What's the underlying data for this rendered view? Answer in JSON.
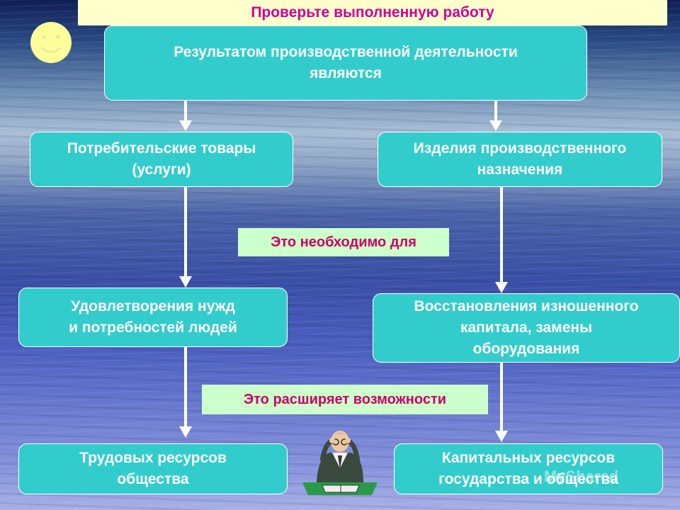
{
  "header": {
    "title": "Проверьте выполненную работу"
  },
  "boxes": {
    "root": "Результатом производственной деятельности\nявляются",
    "consumer_goods": "Потребительские товары\n(услуги)",
    "industrial_goods": "Изделия производственного\nназначения",
    "needs": "Удовлетворения нужд\nи потребностей людей",
    "capital_restore": "Восстановления изношенного\nкапитала, замены\nоборудования",
    "labor": "Трудовых ресурсов\nобщества",
    "capital_resources": "Капитальных ресурсов\nгосударства и общества"
  },
  "notes": {
    "needed_for": "Это необходимо для",
    "expands": "Это расширяет возможности"
  },
  "watermark": "MyShared",
  "colors": {
    "box_fill": "#33cccc",
    "box_text": "#ffffff",
    "note_fill": "#ccffcc",
    "note_text": "#cc0066",
    "header_fill": "#ffffcc",
    "header_text": "#cc0099",
    "smiley": "#ffff99"
  }
}
